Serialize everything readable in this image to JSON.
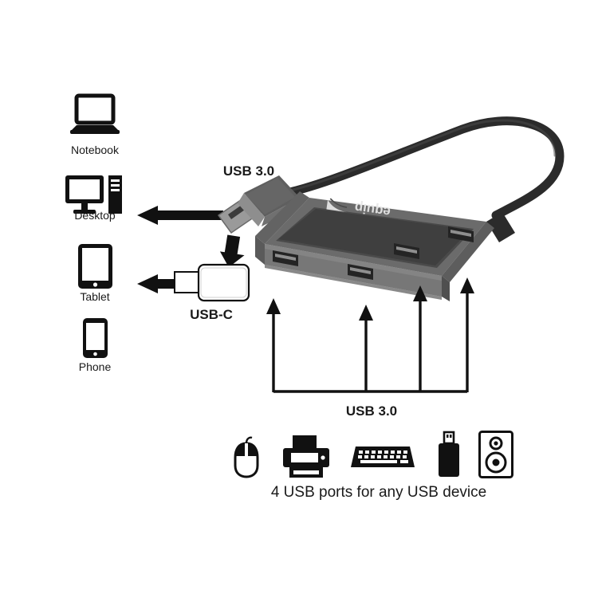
{
  "diagram": {
    "title_labels": {
      "upstream_usb": "USB 3.0",
      "usb_c_adapter": "USB-C",
      "downstream_usb": "USB 3.0",
      "ports_caption": "4 USB ports for any USB device"
    },
    "brand": {
      "name": "equip",
      "logo_icon": "equip-swoosh-icon"
    },
    "hosts": [
      {
        "label": "Notebook",
        "icon": "notebook-icon"
      },
      {
        "label": "Desktop",
        "icon": "desktop-computer-icon"
      },
      {
        "label": "Tablet",
        "icon": "tablet-icon"
      },
      {
        "label": "Phone",
        "icon": "phone-icon"
      }
    ],
    "peripherals": [
      {
        "icon": "mouse-icon"
      },
      {
        "icon": "printer-icon"
      },
      {
        "icon": "keyboard-icon"
      },
      {
        "icon": "usb-flash-drive-icon"
      },
      {
        "icon": "speaker-icon"
      }
    ],
    "downstream_port_count": 4,
    "colors": {
      "ink": "#1a1a1a",
      "hub_top": "#6b6b6b",
      "hub_panel": "#4a4a4a",
      "hub_front": "#777777",
      "hub_left": "#5a5a5a",
      "cable": "#2e2e2e",
      "plug_overmold": "#8e8e8e",
      "plug_shadow": "#5f5f5f",
      "plug_metal": "#9a9a9a",
      "background": "#ffffff"
    }
  }
}
